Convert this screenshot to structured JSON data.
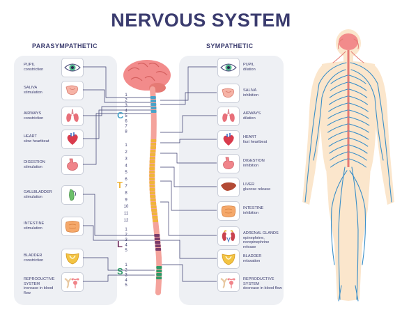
{
  "title": "NERVOUS SYSTEM",
  "parasympathetic": {
    "heading": "PARASYMPATHETIC",
    "items": [
      {
        "label": "PUPIL",
        "sub": "constriction",
        "icon": "eye-icon"
      },
      {
        "label": "SALIVA",
        "sub": "stimulation",
        "icon": "salivary-gland-icon"
      },
      {
        "label": "AIRWAYS",
        "sub": "constriction",
        "icon": "lungs-icon"
      },
      {
        "label": "HEART",
        "sub": "slow heartbeat",
        "icon": "heart-icon"
      },
      {
        "label": "DIGESTION",
        "sub": "stimulation",
        "icon": "stomach-icon"
      },
      {
        "label": "GALLBLADDER",
        "sub": "stimulation",
        "icon": "gallbladder-icon"
      },
      {
        "label": "INTESTINE",
        "sub": "stimulation",
        "icon": "intestine-icon"
      },
      {
        "label": "BLADDER",
        "sub": "constriction",
        "icon": "bladder-icon"
      },
      {
        "label": "REPRODUCTIVE SYSTEM",
        "sub": "increase in blood flow",
        "icon": "reproductive-icon"
      }
    ]
  },
  "sympathetic": {
    "heading": "SYMPATHETIC",
    "items": [
      {
        "label": "PUPIL",
        "sub": "dilation",
        "icon": "eye-icon"
      },
      {
        "label": "SALIVA",
        "sub": "inhibition",
        "icon": "salivary-gland-icon"
      },
      {
        "label": "AIRWAYS",
        "sub": "dilation",
        "icon": "lungs-icon"
      },
      {
        "label": "HEART",
        "sub": "fast heartbeat",
        "icon": "heart-icon"
      },
      {
        "label": "DIGESTION",
        "sub": "inhibition",
        "icon": "stomach-icon"
      },
      {
        "label": "LIVER",
        "sub": "glucose release",
        "icon": "liver-icon"
      },
      {
        "label": "INTESTINE",
        "sub": "inhibition",
        "icon": "intestine-icon"
      },
      {
        "label": "ADRENAL GLANDS",
        "sub": "epinephrine, norepinephrine release",
        "icon": "kidneys-icon"
      },
      {
        "label": "BLADDER",
        "sub": "relaxation",
        "icon": "bladder-icon"
      },
      {
        "label": "REPRODUCTIVE SYSTEM",
        "sub": "decrease in blood flow",
        "icon": "reproductive-icon"
      }
    ]
  },
  "spine": {
    "regions": [
      {
        "letter": "C",
        "color": "#4aa3c8",
        "numbers": [
          "1",
          "2",
          "3",
          "4",
          "5",
          "6",
          "7",
          "8"
        ]
      },
      {
        "letter": "T",
        "color": "#f0b53a",
        "numbers": [
          "1",
          "2",
          "3",
          "4",
          "5",
          "6",
          "7",
          "8",
          "9",
          "10",
          "11",
          "12"
        ]
      },
      {
        "letter": "L",
        "color": "#7a3b6a",
        "numbers": [
          "1",
          "2",
          "3",
          "4",
          "5"
        ]
      },
      {
        "letter": "S",
        "color": "#2f9a68",
        "numbers": [
          "1",
          "2",
          "3",
          "4",
          "5"
        ]
      }
    ]
  },
  "colors": {
    "title": "#3a3b6e",
    "panel": "#eef0f4",
    "brain": "#f28b8b",
    "cord": "#f4a39c",
    "body_skin": "#fbe6cc",
    "nerve": "#3a8fc9",
    "line": "#3a3b6e"
  }
}
